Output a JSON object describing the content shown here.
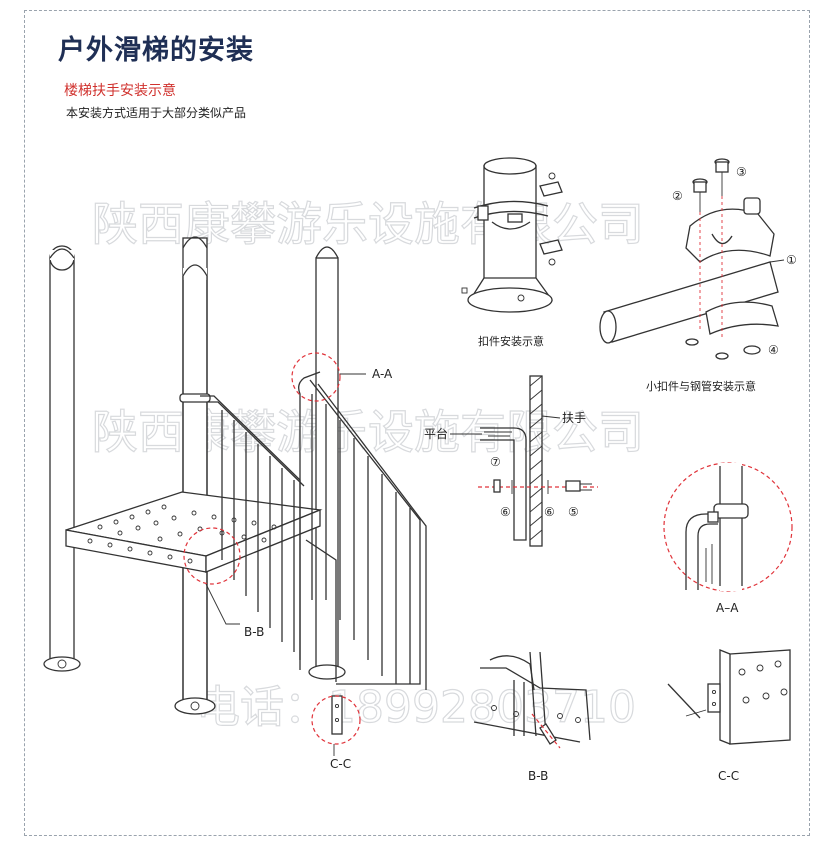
{
  "header": {
    "title": "户外滑梯的安装",
    "subtitle": "楼梯扶手安装示意",
    "note": "本安装方式适用于大部分类似产品"
  },
  "watermark": {
    "company_line1": "陕西康攀游乐设施有限公司",
    "company_line2": "陕西康攀游乐设施有限公司",
    "phone": "电话：18992803710"
  },
  "main_diagram": {
    "callout_aa": "A-A",
    "callout_bb": "B-B",
    "callout_cc": "C-C"
  },
  "clamp_install": {
    "caption": "扣件安装示意"
  },
  "small_clamp": {
    "caption": "小扣件与钢管安装示意",
    "markers": [
      "①",
      "②",
      "③",
      "④"
    ]
  },
  "section": {
    "label_platform": "平台",
    "label_handrail": "扶手",
    "markers": [
      "⑤",
      "⑥",
      "⑥",
      "⑦"
    ]
  },
  "details": {
    "label_aa": "A–A",
    "label_bb": "B-B",
    "label_cc": "C-C"
  },
  "colors": {
    "title": "#1f2f55",
    "subtitle": "#d0312d",
    "callout_circle": "#e0333a"
  }
}
